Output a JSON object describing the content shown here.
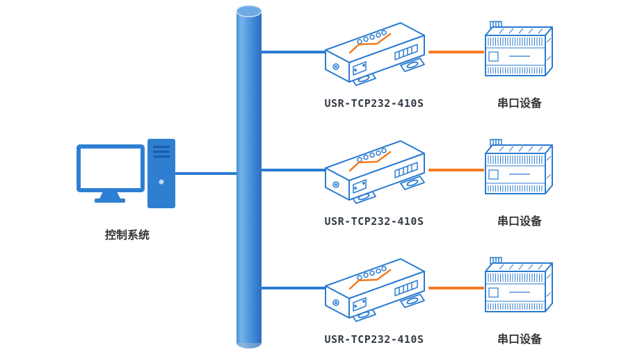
{
  "diagram": {
    "type": "network-topology",
    "colors": {
      "accent_blue": "#2a7bd2",
      "accent_orange": "#f57a1f",
      "label_text": "#333333"
    },
    "icons": {
      "control_system": "desktop-computer-icon",
      "bus": "vertical-pipe-bus-icon",
      "converter": "serial-server-device-icon",
      "serial_device": "plc-device-icon"
    },
    "control_system": {
      "label": "控制系统"
    },
    "rows": [
      {
        "converter_label": "USR-TCP232-410S",
        "device_label": "串口设备"
      },
      {
        "converter_label": "USR-TCP232-410S",
        "device_label": "串口设备"
      },
      {
        "converter_label": "USR-TCP232-410S",
        "device_label": "串口设备"
      }
    ]
  }
}
